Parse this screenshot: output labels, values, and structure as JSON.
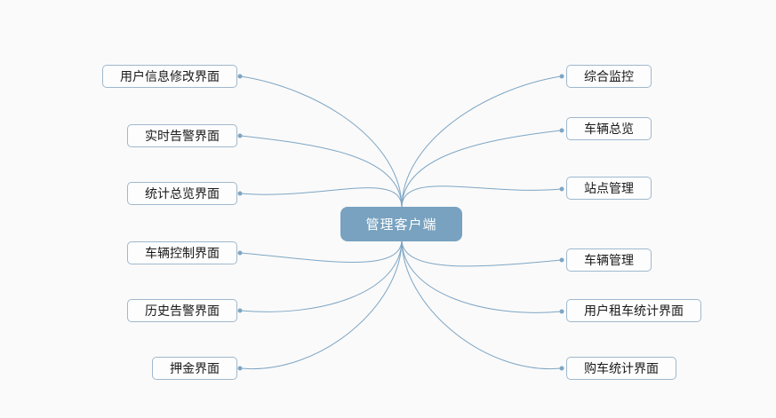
{
  "diagram": {
    "type": "mindmap",
    "center": {
      "label": "管理客户端"
    },
    "left_nodes": [
      {
        "label": "用户信息修改界面"
      },
      {
        "label": "实时告警界面"
      },
      {
        "label": "统计总览界面"
      },
      {
        "label": "车辆控制界面"
      },
      {
        "label": "历史告警界面"
      },
      {
        "label": "押金界面"
      }
    ],
    "right_nodes": [
      {
        "label": "综合监控"
      },
      {
        "label": "车辆总览"
      },
      {
        "label": "站点管理"
      },
      {
        "label": "车辆管理"
      },
      {
        "label": "用户租车统计界面"
      },
      {
        "label": "购车统计界面"
      }
    ],
    "colors": {
      "background": "#FAFAFA",
      "center_fill": "#78A2C0",
      "center_text": "#FFFFFF",
      "node_fill": "#FDFDFE",
      "node_border": "#9FB8CC",
      "node_text": "#1A1A1A",
      "line": "#7EA6C4"
    }
  }
}
